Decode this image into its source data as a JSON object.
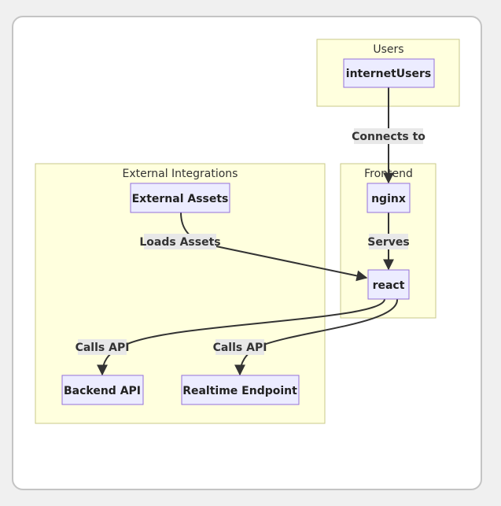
{
  "clusters": {
    "users": "Users",
    "frontend": "Frontend",
    "external": "External Integrations"
  },
  "nodes": {
    "internet_users": "internetUsers",
    "nginx": "nginx",
    "react": "react",
    "external_assets": "External Assets",
    "backend_api": "Backend API",
    "realtime_endpoint": "Realtime Endpoint"
  },
  "edges": {
    "connects_to": "Connects to",
    "serves": "Serves",
    "loads_assets": "Loads Assets",
    "calls_api_backend": "Calls API",
    "calls_api_realtime": "Calls API"
  }
}
